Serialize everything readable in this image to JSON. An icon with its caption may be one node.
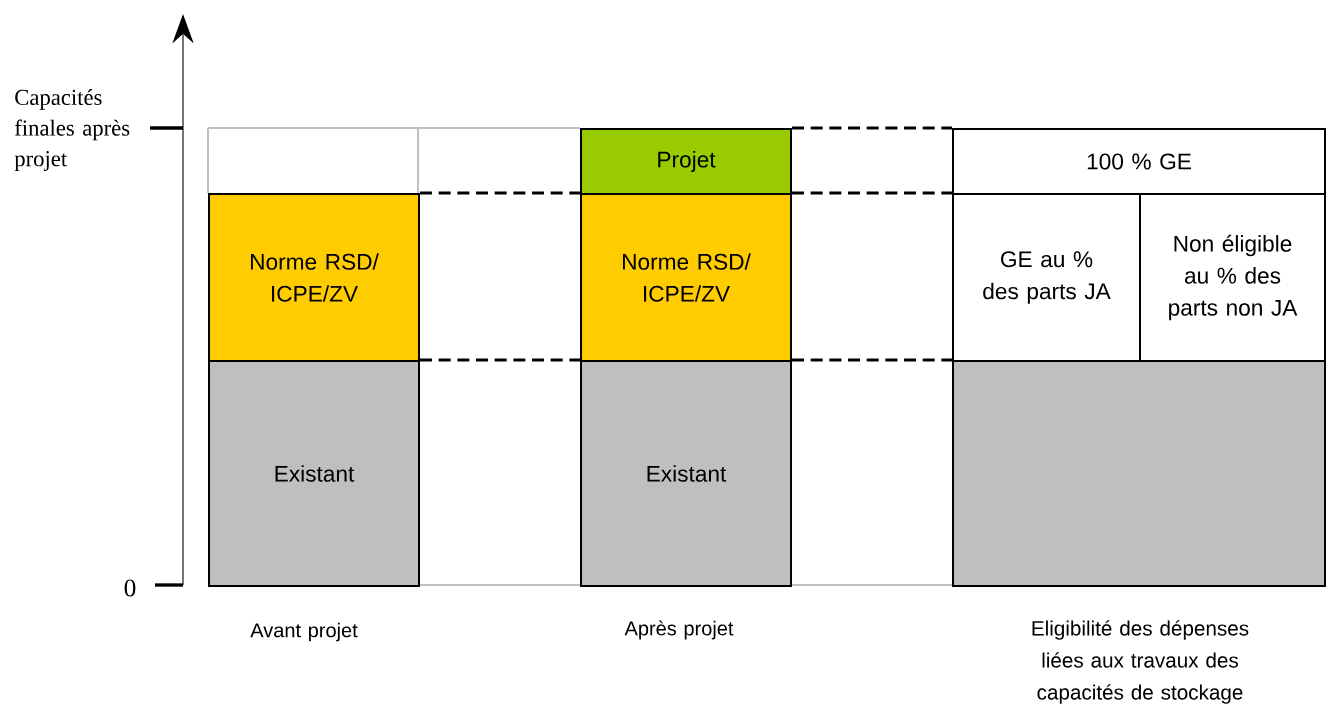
{
  "diagram": {
    "nodes": [
      {
        "text": [
          "Norme RSD/ ICPE/ZV"
        ]
      },
      {
        "text": [
          "Existant"
        ]
      },
      {
        "text": [
          "Projet"
        ]
      },
      {
        "text": [
          "Norme RSD/ ICPE/ZV"
        ]
      },
      {
        "text": [
          "Existant"
        ]
      },
      {
        "text": [
          "100 % GE"
        ]
      },
      {
        "text": [
          "GE au % des parts JA"
        ]
      },
      {
        "text": [
          "Non éligible au % des parts non JA"
        ]
      },
      {
        "text": [],
        "shape": "box"
      }
    ],
    "edges": [
      {
        "from": 0,
        "to": 3,
        "arrow": "none",
        "style": "dashed"
      },
      {
        "from": 2,
        "to": 5,
        "arrow": "none",
        "style": "dashed"
      },
      {
        "from": 3,
        "to": 5,
        "arrow": "none",
        "style": "dashed"
      },
      {
        "from": 1,
        "to": 4,
        "arrow": "none",
        "style": "dashed"
      },
      {
        "from": 4,
        "to": 8,
        "arrow": "none",
        "style": "dashed"
      }
    ],
    "labels": [
      "Capacités finales après projet",
      "0",
      "Avant projet",
      "Après projet",
      "Eligibilité des dépenses liées aux travaux des capacités de stockage"
    ]
  }
}
